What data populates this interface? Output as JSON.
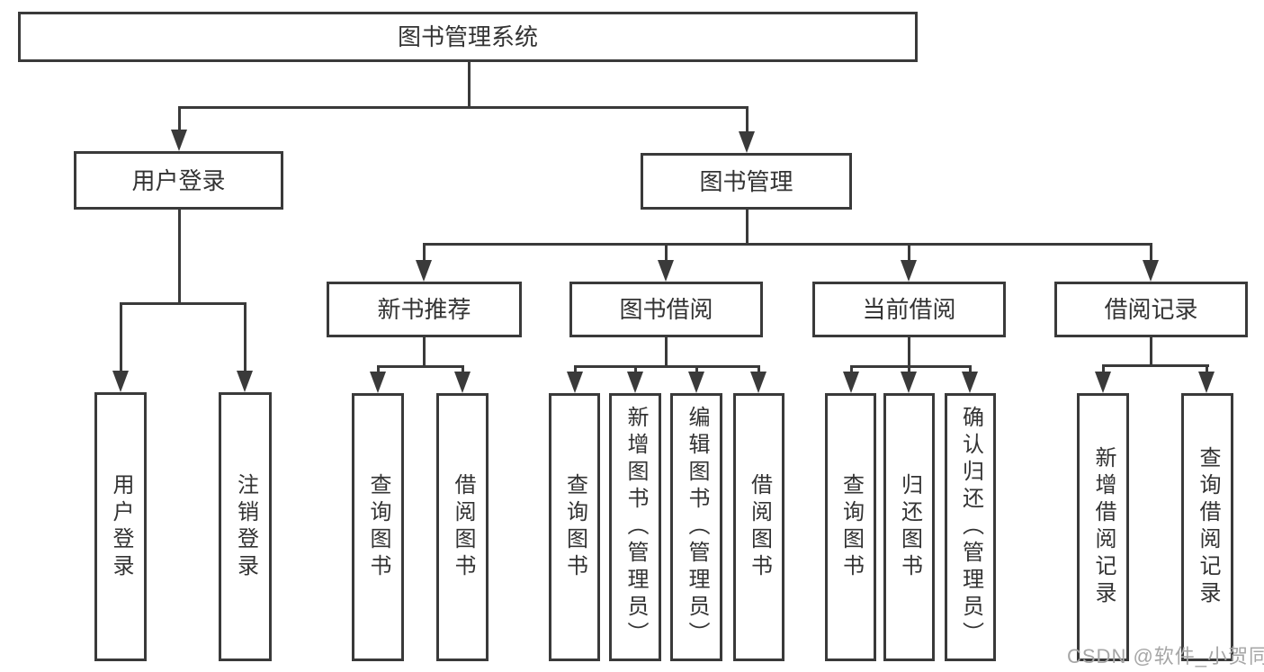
{
  "diagram_title": "图书管理系统",
  "tree": {
    "root": {
      "label": "图书管理系统"
    },
    "branches": [
      {
        "label": "用户登录",
        "children": [
          {
            "label": "用户登录"
          },
          {
            "label": "注销登录"
          }
        ]
      },
      {
        "label": "图书管理",
        "children": [
          {
            "label": "新书推荐",
            "children": [
              {
                "label": "查询图书"
              },
              {
                "label": "借阅图书"
              }
            ]
          },
          {
            "label": "图书借阅",
            "children": [
              {
                "label": "查询图书"
              },
              {
                "label": "新增图书（管理员）"
              },
              {
                "label": "编辑图书（管理员）"
              },
              {
                "label": "借阅图书"
              }
            ]
          },
          {
            "label": "当前借阅",
            "children": [
              {
                "label": "查询图书"
              },
              {
                "label": "归还图书"
              },
              {
                "label": "确认归还（管理员）"
              }
            ]
          },
          {
            "label": "借阅记录",
            "children": [
              {
                "label": "新增借阅记录"
              },
              {
                "label": "查询借阅记录"
              }
            ]
          }
        ]
      }
    ]
  },
  "watermark": {
    "text": "CSDN @软件_小贺同学"
  },
  "colors": {
    "line": "#3a3a3a",
    "text": "#333333",
    "background": "#ffffff",
    "watermark": "#a6a6a6"
  }
}
